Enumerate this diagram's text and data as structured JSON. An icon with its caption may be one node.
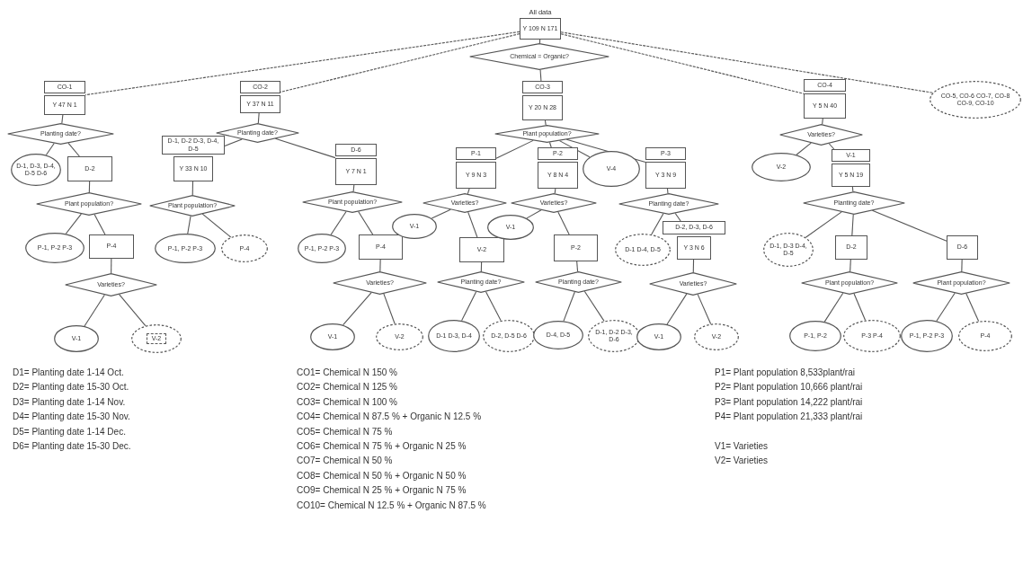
{
  "diagram": {
    "nodes": [
      {
        "text": [
          "All data",
          "Y 109 N 171"
        ]
      },
      {
        "text": [
          "Chemical = Organic?"
        ]
      },
      {
        "text": [
          "CO-1",
          "Y 47 N 1"
        ]
      },
      {
        "text": [
          "CO-2",
          "Y 37 N 11"
        ]
      },
      {
        "text": [
          "CO-3",
          "Y 20 N 28"
        ]
      },
      {
        "text": [
          "CO-4",
          "Y 5 N 40"
        ]
      },
      {
        "text": [
          "CO-5, CO-6 CO-7, CO-8 CO-9, CO-10"
        ]
      },
      {
        "text": [
          "Planting date?"
        ]
      },
      {
        "text": [
          "D-1, D-3, D-4, D-5 D-6"
        ]
      },
      {
        "text": [
          "D-2"
        ]
      },
      {
        "text": [
          "Plant population?"
        ]
      },
      {
        "text": [
          "P-1, P-2 P-3"
        ]
      },
      {
        "text": [
          "P-4"
        ]
      },
      {
        "text": [
          "Varieties?"
        ]
      },
      {
        "text": [
          "V-1"
        ]
      },
      {
        "text": [
          "V-2"
        ]
      },
      {
        "text": [
          "Planting date?"
        ]
      },
      {
        "text": [
          "D-1, D-2 D-3, D-4, D-5",
          "Y 33 N 10"
        ]
      },
      {
        "text": [
          "D-6",
          "Y 7 N 1"
        ]
      },
      {
        "text": [
          "Plant population?"
        ]
      },
      {
        "text": [
          "P-1, P-2 P-3"
        ]
      },
      {
        "text": [
          "P-4"
        ]
      },
      {
        "text": [
          "Plant population?"
        ]
      },
      {
        "text": [
          "P-1, P-2 P-3"
        ]
      },
      {
        "text": [
          "P-4"
        ]
      },
      {
        "text": [
          "Varieties?"
        ]
      },
      {
        "text": [
          "V-1"
        ]
      },
      {
        "text": [
          "V-2"
        ]
      },
      {
        "text": [
          "Plant population?"
        ]
      },
      {
        "text": [
          "P-1",
          "Y 9 N 3"
        ]
      },
      {
        "text": [
          "P-2",
          "Y 8 N 4"
        ]
      },
      {
        "text": [
          "V-4"
        ]
      },
      {
        "text": [
          "P-3",
          "Y 3 N 9"
        ]
      },
      {
        "text": [
          "Varieties?"
        ]
      },
      {
        "text": [
          "V-1"
        ]
      },
      {
        "text": [
          "V-2"
        ]
      },
      {
        "text": [
          "Planting date?"
        ]
      },
      {
        "text": [
          "D-1 D-3, D-4"
        ]
      },
      {
        "text": [
          "D-2, D-5 D-6"
        ]
      },
      {
        "text": [
          "Varieties?"
        ]
      },
      {
        "text": [
          "V-1"
        ]
      },
      {
        "text": [
          "P-2"
        ]
      },
      {
        "text": [
          "Planting date?"
        ]
      },
      {
        "text": [
          "D-4, D-5"
        ]
      },
      {
        "text": [
          "D-1, D-2 D-3, D-6"
        ]
      },
      {
        "text": [
          "Planting date?"
        ]
      },
      {
        "text": [
          "D-1 D-4, D-5"
        ]
      },
      {
        "text": [
          "D-2, D-3, D-6",
          "Y 3 N 6"
        ]
      },
      {
        "text": [
          "Varieties?"
        ]
      },
      {
        "text": [
          "V-1"
        ]
      },
      {
        "text": [
          "V-2"
        ]
      },
      {
        "text": [
          "Varieties?"
        ]
      },
      {
        "text": [
          "V-2"
        ]
      },
      {
        "text": [
          "V-1",
          "Y 5 N 19"
        ]
      },
      {
        "text": [
          "Planting date?"
        ]
      },
      {
        "text": [
          "D-1, D-3 D-4, D-5"
        ]
      },
      {
        "text": [
          "D-2"
        ]
      },
      {
        "text": [
          "D-6"
        ]
      },
      {
        "text": [
          "Plant population?"
        ]
      },
      {
        "text": [
          "P-1, P-2"
        ]
      },
      {
        "text": [
          "P-3 P-4"
        ]
      },
      {
        "text": [
          "Plant population?"
        ]
      },
      {
        "text": [
          "P-1, P-2 P-3"
        ]
      },
      {
        "text": [
          "P-4"
        ]
      }
    ],
    "edges": [
      {
        "from": 0,
        "to": 1,
        "arrow": "none"
      },
      {
        "from": 0,
        "to": 2,
        "arrow": "none",
        "style": "dashed"
      },
      {
        "from": 0,
        "to": 3,
        "arrow": "none",
        "style": "dashed"
      },
      {
        "from": 0,
        "to": 5,
        "arrow": "none",
        "style": "dashed"
      },
      {
        "from": 0,
        "to": 6,
        "arrow": "none",
        "style": "dashed"
      },
      {
        "from": 1,
        "to": 4,
        "arrow": "none"
      },
      {
        "from": 2,
        "to": 7,
        "arrow": "none"
      },
      {
        "from": 7,
        "to": 8,
        "arrow": "none"
      },
      {
        "from": 7,
        "to": 9,
        "arrow": "none"
      },
      {
        "from": 9,
        "to": 10,
        "arrow": "none"
      },
      {
        "from": 10,
        "to": 11,
        "arrow": "none"
      },
      {
        "from": 10,
        "to": 12,
        "arrow": "none"
      },
      {
        "from": 12,
        "to": 13,
        "arrow": "none"
      },
      {
        "from": 13,
        "to": 14,
        "arrow": "none"
      },
      {
        "from": 13,
        "to": 15,
        "arrow": "none"
      },
      {
        "from": 3,
        "to": 16,
        "arrow": "none"
      },
      {
        "from": 16,
        "to": 17,
        "arrow": "none"
      },
      {
        "from": 16,
        "to": 18,
        "arrow": "none"
      },
      {
        "from": 17,
        "to": 19,
        "arrow": "none"
      },
      {
        "from": 19,
        "to": 20,
        "arrow": "none"
      },
      {
        "from": 19,
        "to": 21,
        "arrow": "none"
      },
      {
        "from": 18,
        "to": 22,
        "arrow": "none"
      },
      {
        "from": 22,
        "to": 23,
        "arrow": "none"
      },
      {
        "from": 22,
        "to": 24,
        "arrow": "none"
      },
      {
        "from": 24,
        "to": 25,
        "arrow": "none"
      },
      {
        "from": 25,
        "to": 26,
        "arrow": "none"
      },
      {
        "from": 25,
        "to": 27,
        "arrow": "none"
      },
      {
        "from": 4,
        "to": 28,
        "arrow": "none"
      },
      {
        "from": 28,
        "to": 29,
        "arrow": "none"
      },
      {
        "from": 28,
        "to": 30,
        "arrow": "none"
      },
      {
        "from": 28,
        "to": 31,
        "arrow": "none"
      },
      {
        "from": 28,
        "to": 32,
        "arrow": "none"
      },
      {
        "from": 29,
        "to": 33,
        "arrow": "none"
      },
      {
        "from": 33,
        "to": 34,
        "arrow": "none"
      },
      {
        "from": 33,
        "to": 35,
        "arrow": "none"
      },
      {
        "from": 35,
        "to": 36,
        "arrow": "none"
      },
      {
        "from": 36,
        "to": 37,
        "arrow": "none"
      },
      {
        "from": 36,
        "to": 38,
        "arrow": "none"
      },
      {
        "from": 30,
        "to": 39,
        "arrow": "none"
      },
      {
        "from": 39,
        "to": 40,
        "arrow": "none"
      },
      {
        "from": 39,
        "to": 41,
        "arrow": "none"
      },
      {
        "from": 41,
        "to": 42,
        "arrow": "none"
      },
      {
        "from": 42,
        "to": 43,
        "arrow": "none"
      },
      {
        "from": 42,
        "to": 44,
        "arrow": "none"
      },
      {
        "from": 32,
        "to": 45,
        "arrow": "none"
      },
      {
        "from": 45,
        "to": 46,
        "arrow": "none"
      },
      {
        "from": 45,
        "to": 47,
        "arrow": "none"
      },
      {
        "from": 47,
        "to": 48,
        "arrow": "none"
      },
      {
        "from": 48,
        "to": 49,
        "arrow": "none"
      },
      {
        "from": 48,
        "to": 50,
        "arrow": "none"
      },
      {
        "from": 5,
        "to": 51,
        "arrow": "none"
      },
      {
        "from": 51,
        "to": 52,
        "arrow": "none"
      },
      {
        "from": 51,
        "to": 53,
        "arrow": "none"
      },
      {
        "from": 53,
        "to": 54,
        "arrow": "none"
      },
      {
        "from": 54,
        "to": 55,
        "arrow": "none"
      },
      {
        "from": 54,
        "to": 56,
        "arrow": "none"
      },
      {
        "from": 54,
        "to": 57,
        "arrow": "none"
      },
      {
        "from": 56,
        "to": 58,
        "arrow": "none"
      },
      {
        "from": 58,
        "to": 59,
        "arrow": "none"
      },
      {
        "from": 58,
        "to": 60,
        "arrow": "none"
      },
      {
        "from": 57,
        "to": 61,
        "arrow": "none"
      },
      {
        "from": 61,
        "to": 62,
        "arrow": "none"
      },
      {
        "from": 61,
        "to": 63,
        "arrow": "none"
      }
    ],
    "labels": [
      "D1= Planting date 1-14 Oct.",
      "D2= Planting date 15-30 Oct.",
      "D3= Planting date 1-14 Nov.",
      "D4= Planting date 15-30 Nov.",
      "D5= Planting date 1-14 Dec.",
      "D6= Planting date 15-30 Dec.",
      "CO1= Chemical N 150 %",
      "CO2= Chemical N 125 %",
      "CO3= Chemical N 100 %",
      "CO4= Chemical N 87.5 % + Organic N 12.5 %",
      "CO5= Chemical N 75 %",
      "CO6= Chemical N 75 % + Organic N 25 %",
      "CO7= Chemical N 50 %",
      "CO8= Chemical N 50 % + Organic N 50 %",
      "CO9= Chemical N 25 % + Organic N 75 %",
      "CO10= Chemical N 12.5 % + Organic N 87.5 %",
      "P1= Plant population 8,533plant/rai",
      "P2= Plant population 10,666 plant/rai",
      "P3= Plant population 14,222 plant/rai",
      "P4= Plant population 21,333 plant/rai",
      "V1= Varieties",
      "V2= Varieties"
    ]
  }
}
